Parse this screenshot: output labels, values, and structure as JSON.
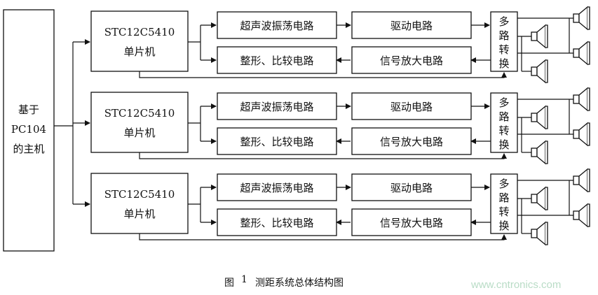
{
  "host": {
    "line1": "基于",
    "line2": "PC104",
    "line3": "的主机"
  },
  "channels": [
    {
      "mcu_line1": "STC12C5410",
      "mcu_line2": "单片机",
      "oscillator": "超声波振荡电路",
      "driver": "驱动电路",
      "shaper": "整形、比较电路",
      "amplifier": "信号放大电路",
      "mux_chars": [
        "多",
        "路",
        "转",
        "换"
      ]
    },
    {
      "mcu_line1": "STC12C5410",
      "mcu_line2": "单片机",
      "oscillator": "超声波振荡电路",
      "driver": "驱动电路",
      "shaper": "整形、比较电路",
      "amplifier": "信号放大电路",
      "mux_chars": [
        "多",
        "路",
        "转",
        "换"
      ]
    },
    {
      "mcu_line1": "STC12C5410",
      "mcu_line2": "单片机",
      "oscillator": "超声波振荡电路",
      "driver": "驱动电路",
      "shaper": "整形、比较电路",
      "amplifier": "信号放大电路",
      "mux_chars": [
        "多",
        "路",
        "转",
        "换"
      ]
    }
  ],
  "caption": {
    "figure_label": "图",
    "figure_number": "1",
    "title": "测距系统总体结构图"
  },
  "watermark": "www.cntronics.com"
}
